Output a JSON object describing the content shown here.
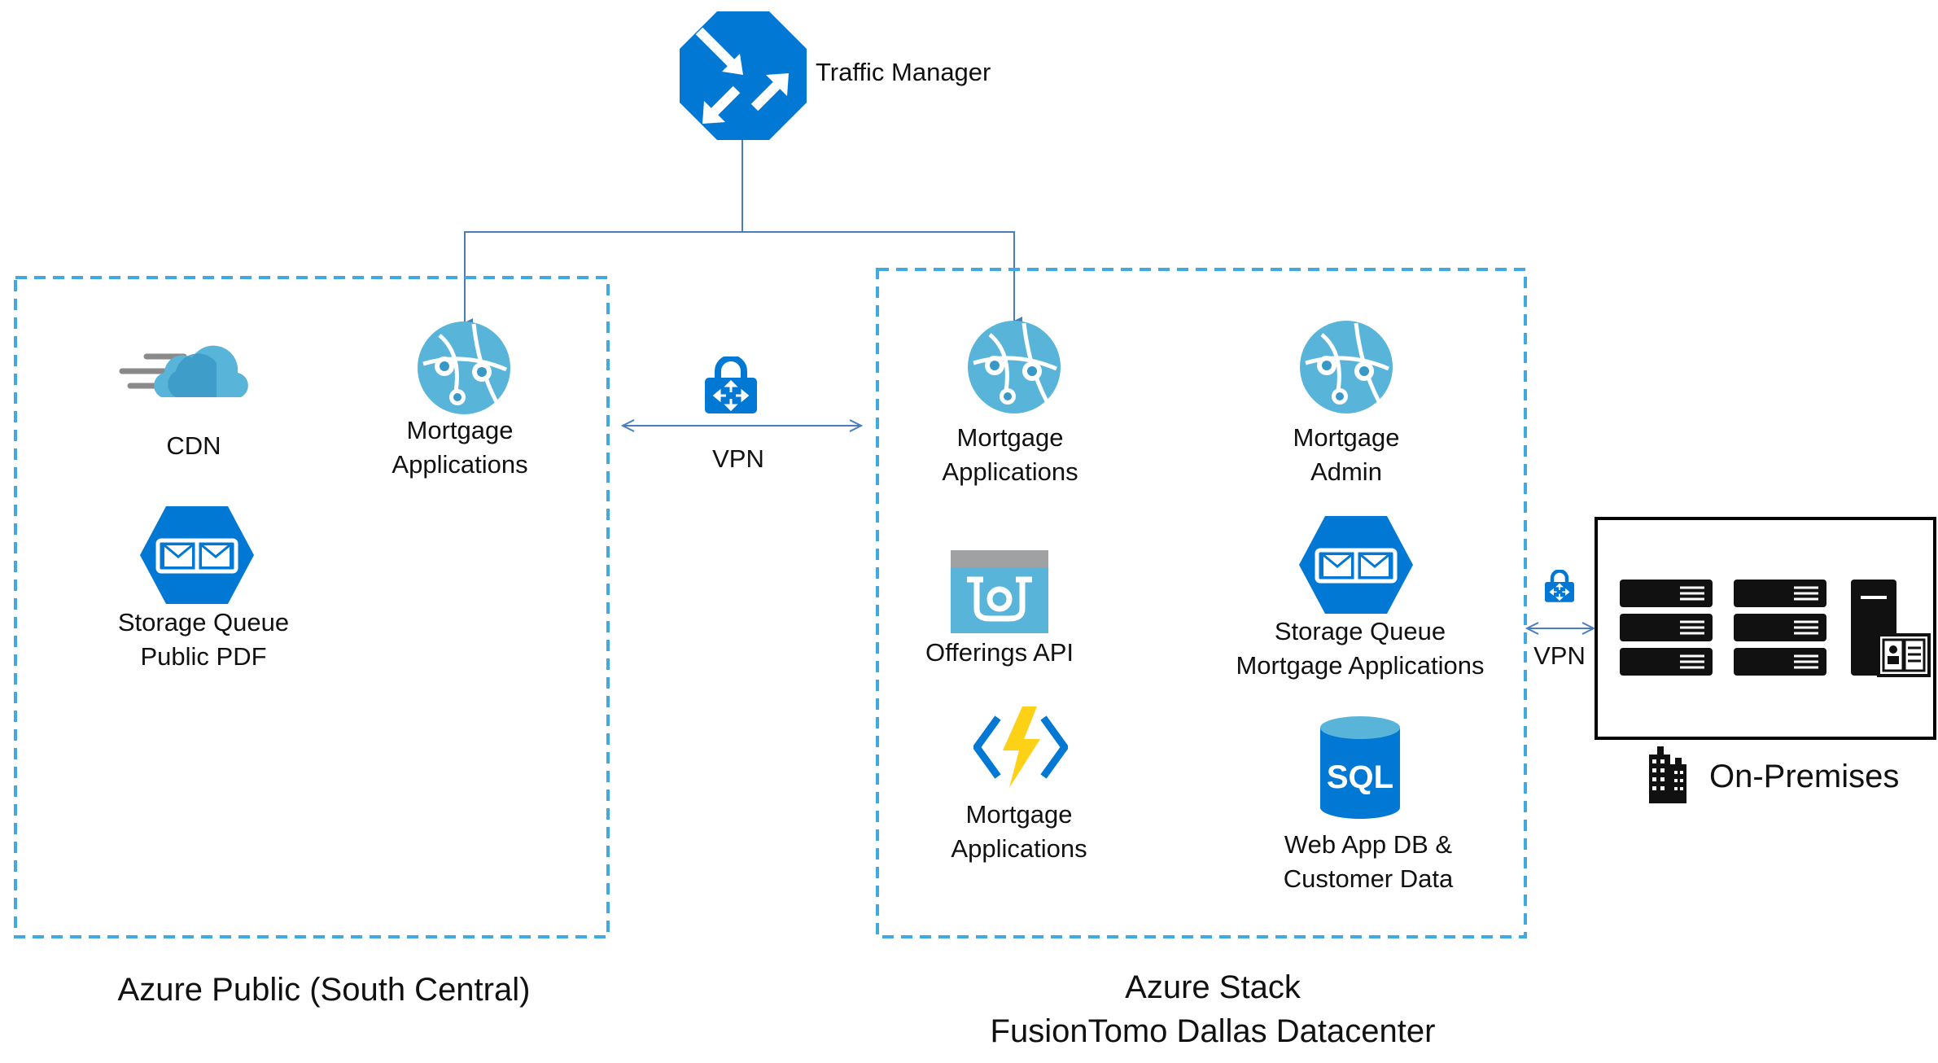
{
  "traffic_manager": {
    "label": "Traffic Manager",
    "icon": "traffic-manager-icon"
  },
  "vpn_left": {
    "label": "VPN",
    "icon": "vpn-gateway-icon"
  },
  "vpn_right": {
    "label": "VPN",
    "icon": "vpn-gateway-icon"
  },
  "azure_public": {
    "title": "Azure Public (South Central)",
    "cdn": {
      "label": "CDN",
      "icon": "cdn-icon"
    },
    "web_app": {
      "line1": "Mortgage",
      "line2": "Applications",
      "icon": "web-app-icon"
    },
    "storage_queue": {
      "line1": "Storage Queue",
      "line2": "Public PDF",
      "icon": "storage-queue-icon"
    }
  },
  "azure_stack": {
    "title_line1": "Azure Stack",
    "title_line2": "FusionTomo Dallas Datacenter",
    "web_app": {
      "line1": "Mortgage",
      "line2": "Applications",
      "icon": "web-app-icon"
    },
    "admin_app": {
      "line1": "Mortgage",
      "line2": "Admin",
      "icon": "web-app-icon"
    },
    "api": {
      "label": "Offerings API",
      "icon": "api-management-icon"
    },
    "storage_queue": {
      "line1": "Storage Queue",
      "line2": "Mortgage Applications",
      "icon": "storage-queue-icon"
    },
    "function": {
      "line1": "Mortgage",
      "line2": "Applications",
      "icon": "azure-function-icon"
    },
    "sql": {
      "line1": "Web App DB &",
      "line2": "Customer Data",
      "icon": "sql-database-icon",
      "badge": "SQL"
    }
  },
  "on_premises": {
    "label": "On-Premises",
    "icon": "building-icon"
  },
  "colors": {
    "azure_blue": "#0078D4",
    "light_blue": "#59B4D9",
    "dashed_border": "#3FA9E0",
    "connector": "#4A7EBB",
    "lightning": "#FCD116"
  }
}
